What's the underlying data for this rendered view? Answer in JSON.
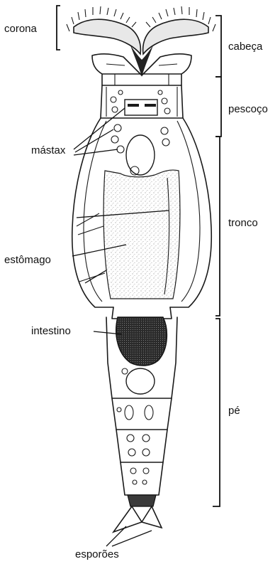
{
  "labels": {
    "corona": "corona",
    "cabeca": "cabeça",
    "pescoco": "pescoço",
    "mastax": "mástax",
    "tronco": "tronco",
    "estomago": "estômago",
    "intestino": "intestino",
    "pe": "pé",
    "esporoes": "esporões"
  }
}
